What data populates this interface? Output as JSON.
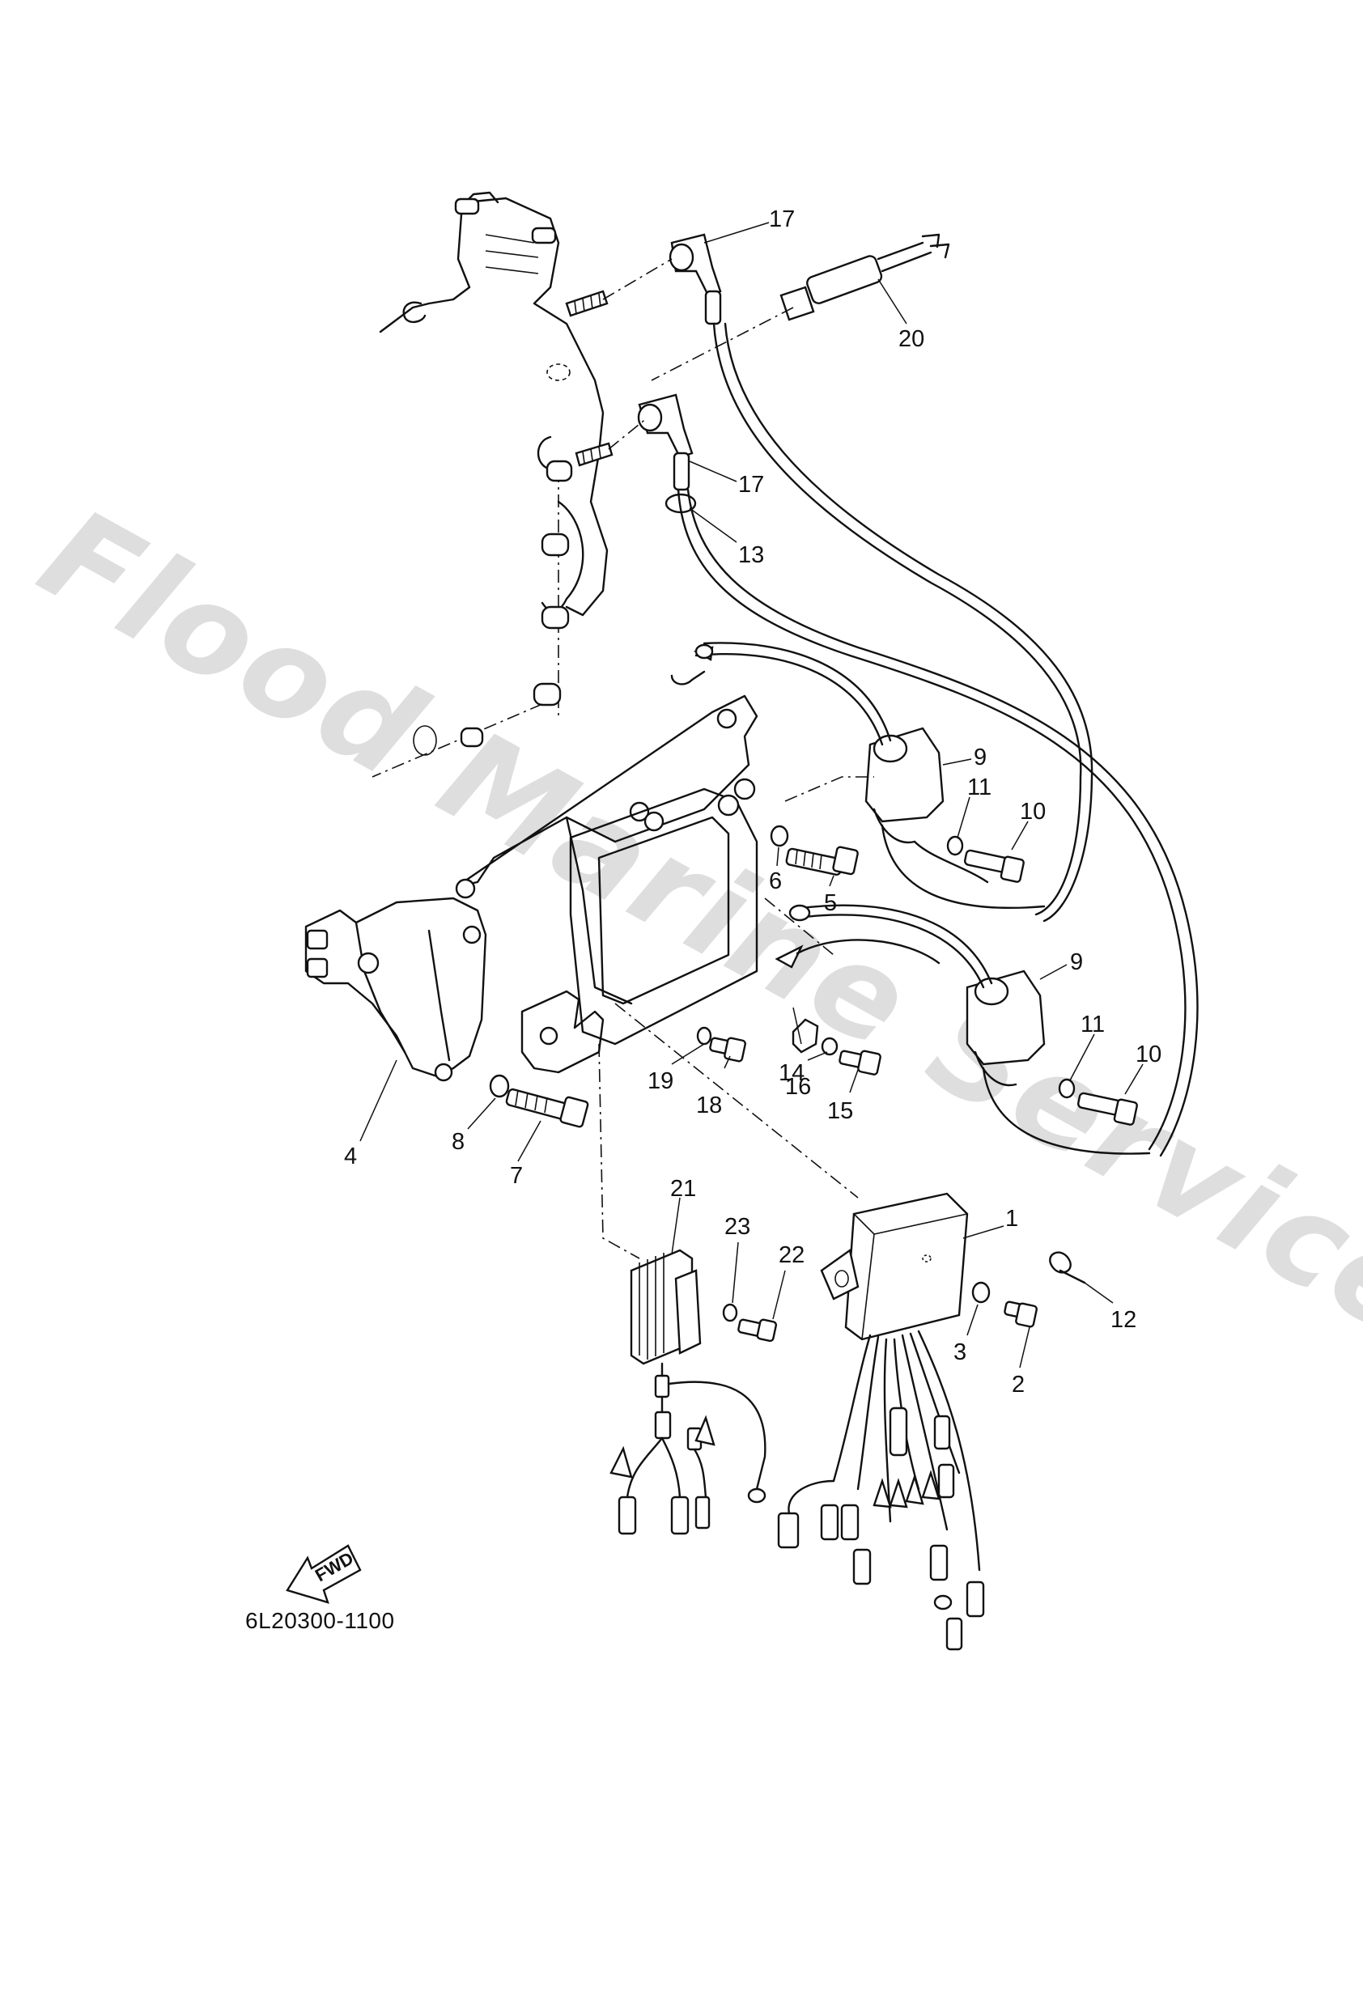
{
  "diagram_code": "6L20300-1100",
  "watermark": "Flood Marine Services",
  "fwd_label": "FWD",
  "callouts": [
    {
      "id": "c1",
      "text": "1"
    },
    {
      "id": "c2",
      "text": "2"
    },
    {
      "id": "c3",
      "text": "3"
    },
    {
      "id": "c4",
      "text": "4"
    },
    {
      "id": "c5",
      "text": "5"
    },
    {
      "id": "c6",
      "text": "6"
    },
    {
      "id": "c7",
      "text": "7"
    },
    {
      "id": "c8",
      "text": "8"
    },
    {
      "id": "c9a",
      "text": "9"
    },
    {
      "id": "c9b",
      "text": "9"
    },
    {
      "id": "c10a",
      "text": "10"
    },
    {
      "id": "c10b",
      "text": "10"
    },
    {
      "id": "c11a",
      "text": "11"
    },
    {
      "id": "c11b",
      "text": "11"
    },
    {
      "id": "c12",
      "text": "12"
    },
    {
      "id": "c13",
      "text": "13"
    },
    {
      "id": "c14",
      "text": "14"
    },
    {
      "id": "c15",
      "text": "15"
    },
    {
      "id": "c16",
      "text": "16"
    },
    {
      "id": "c17a",
      "text": "17"
    },
    {
      "id": "c17b",
      "text": "17"
    },
    {
      "id": "c18",
      "text": "18"
    },
    {
      "id": "c19",
      "text": "19"
    },
    {
      "id": "c20",
      "text": "20"
    },
    {
      "id": "c21",
      "text": "21"
    },
    {
      "id": "c22",
      "text": "22"
    },
    {
      "id": "c23",
      "text": "23"
    }
  ]
}
